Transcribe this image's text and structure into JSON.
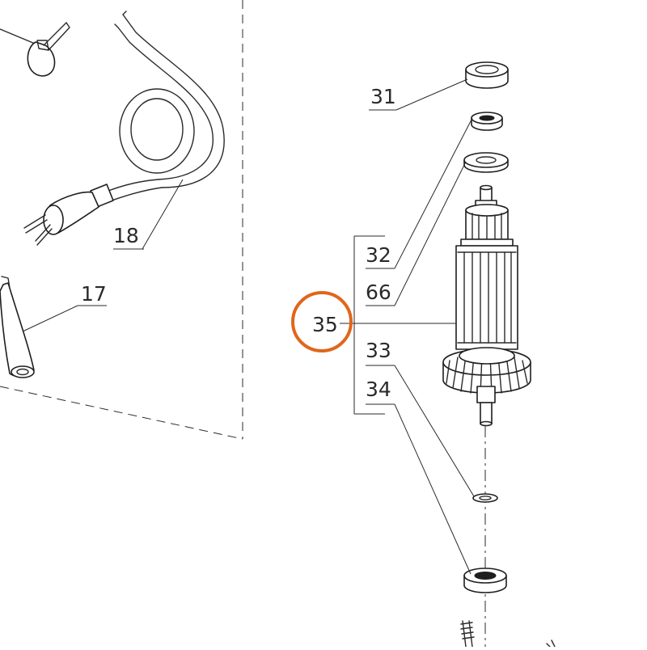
{
  "labels": {
    "p17": "17",
    "p18": "18",
    "p31": "31",
    "p32": "32",
    "p66": "66",
    "p35": "35",
    "p33": "33",
    "p34": "34"
  },
  "highlight": {
    "target": "35",
    "color": "#E0661B"
  },
  "colors": {
    "line": "#2a2a2a",
    "background": "#ffffff"
  }
}
